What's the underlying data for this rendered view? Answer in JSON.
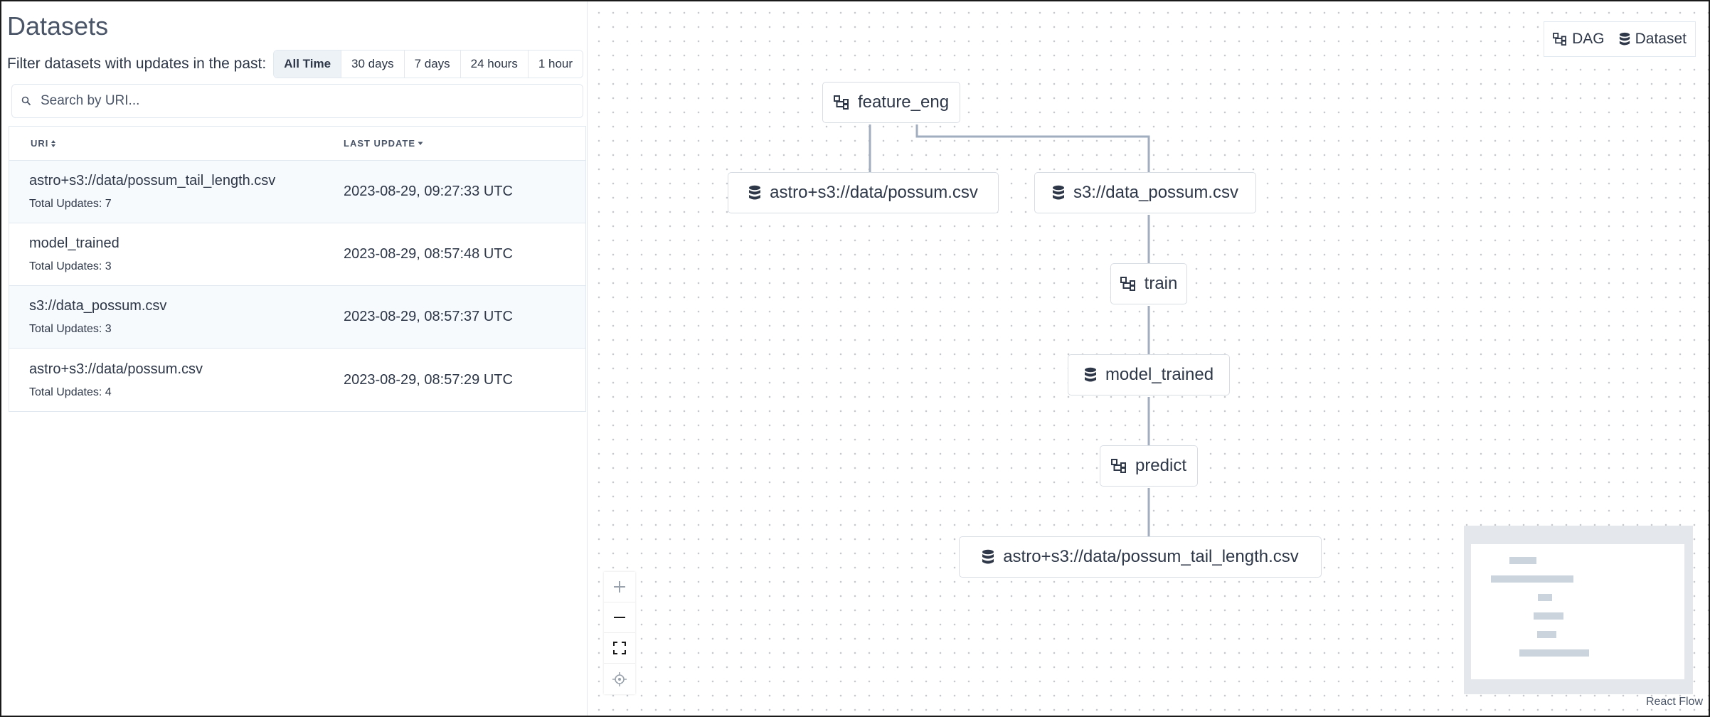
{
  "page": {
    "title": "Datasets"
  },
  "filter": {
    "label": "Filter datasets with updates in the past:",
    "options": [
      "All Time",
      "30 days",
      "7 days",
      "24 hours",
      "1 hour"
    ],
    "selected": "All Time"
  },
  "search": {
    "placeholder": "Search by URI...",
    "value": ""
  },
  "table": {
    "columns": {
      "uri": "URI",
      "last_update": "LAST UPDATE"
    },
    "rows": [
      {
        "uri": "astro+s3://data/possum_tail_length.csv",
        "updates": "Total Updates: 7",
        "last_update": "2023-08-29, 09:27:33 UTC"
      },
      {
        "uri": "model_trained",
        "updates": "Total Updates: 3",
        "last_update": "2023-08-29, 08:57:48 UTC"
      },
      {
        "uri": "s3://data_possum.csv",
        "updates": "Total Updates: 3",
        "last_update": "2023-08-29, 08:57:37 UTC"
      },
      {
        "uri": "astro+s3://data/possum.csv",
        "updates": "Total Updates: 4",
        "last_update": "2023-08-29, 08:57:29 UTC"
      }
    ]
  },
  "graph": {
    "legend": {
      "dag": "DAG",
      "dataset": "Dataset"
    },
    "nodes": {
      "feature_eng": {
        "label": "feature_eng",
        "kind": "dag",
        "icon": "dag-icon"
      },
      "possum_csv": {
        "label": "astro+s3://data/possum.csv",
        "kind": "dataset",
        "icon": "database-icon"
      },
      "data_possum": {
        "label": "s3://data_possum.csv",
        "kind": "dataset",
        "icon": "database-icon"
      },
      "train": {
        "label": "train",
        "kind": "dag",
        "icon": "dag-icon"
      },
      "model_trained": {
        "label": "model_trained",
        "kind": "dataset",
        "icon": "database-icon"
      },
      "predict": {
        "label": "predict",
        "kind": "dag",
        "icon": "dag-icon"
      },
      "tail_length": {
        "label": "astro+s3://data/possum_tail_length.csv",
        "kind": "dataset",
        "icon": "database-icon"
      }
    },
    "attribution": "React Flow",
    "colors": {
      "edge": "#a0aec0",
      "node_border": "#d8dde3",
      "minimap_node": "#cbd3dd"
    }
  }
}
